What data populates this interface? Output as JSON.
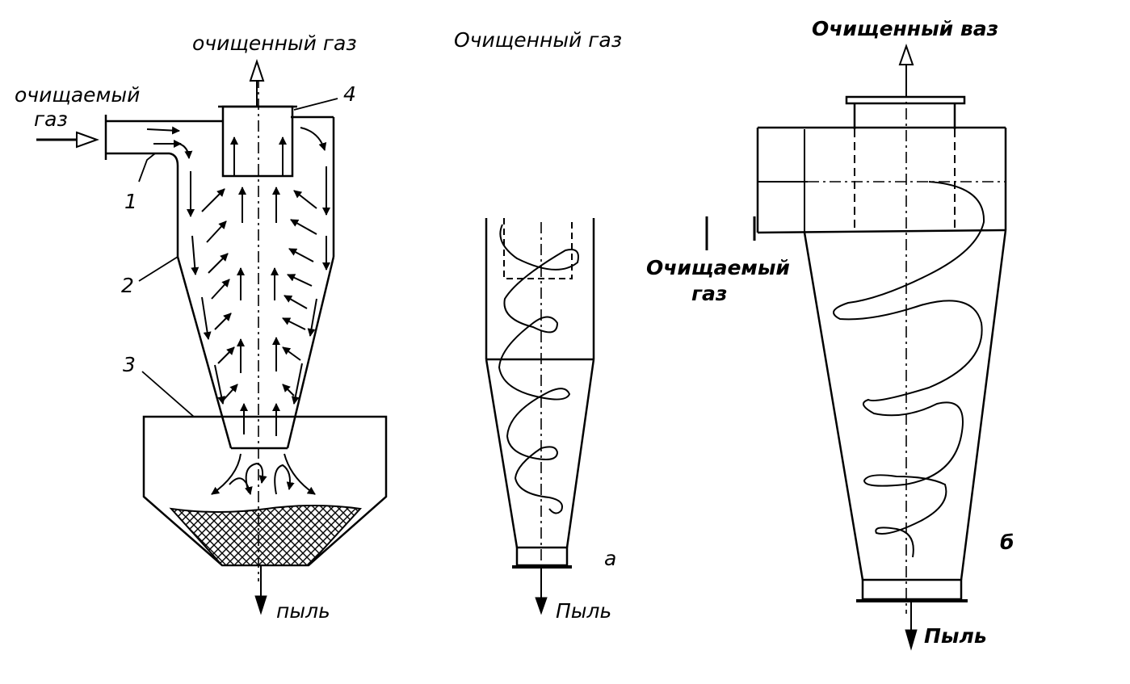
{
  "left": {
    "clean_gas": "очищенный газ",
    "dirty_gas_line1": "очищаемый",
    "dirty_gas_line2": "газ",
    "dust": "пыль",
    "n1": "1",
    "n2": "2",
    "n3": "3",
    "n4": "4"
  },
  "middle": {
    "clean_gas": "Очищенный газ",
    "dust": "Пыль",
    "letter": "а"
  },
  "right": {
    "clean_gas": "Очищенный ваз",
    "dirty_gas_line1": "Очищаемый",
    "dirty_gas_line2": "газ",
    "dust": "Пыль",
    "letter": "б"
  }
}
